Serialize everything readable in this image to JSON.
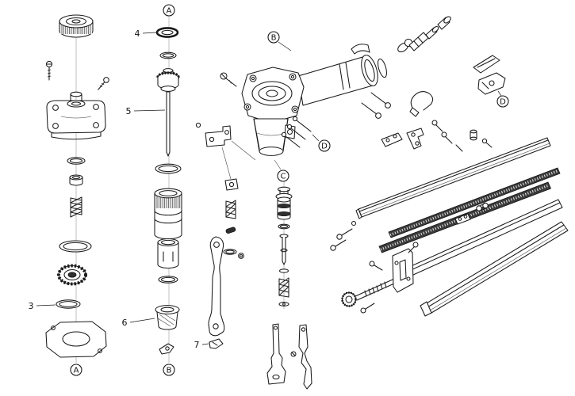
{
  "figure": {
    "type": "exploded-parts-diagram",
    "background": "#ffffff",
    "ink": "#1a1a1a"
  },
  "callouts": {
    "a_top": {
      "label": "A",
      "style": "circled"
    },
    "a_bottom": {
      "label": "A",
      "style": "circled"
    },
    "b_top": {
      "label": "B",
      "style": "circled"
    },
    "b_bottom": {
      "label": "B",
      "style": "circled"
    },
    "c_mid": {
      "label": "C",
      "style": "circled"
    },
    "d_mid": {
      "label": "D",
      "style": "circled"
    },
    "d_right": {
      "label": "D",
      "style": "circled"
    },
    "part3": {
      "label": "3",
      "style": "plain"
    },
    "part4": {
      "label": "4",
      "style": "plain"
    },
    "part5": {
      "label": "5",
      "style": "plain"
    },
    "part6": {
      "label": "6",
      "style": "plain"
    },
    "part7": {
      "label": "7",
      "style": "plain"
    }
  }
}
